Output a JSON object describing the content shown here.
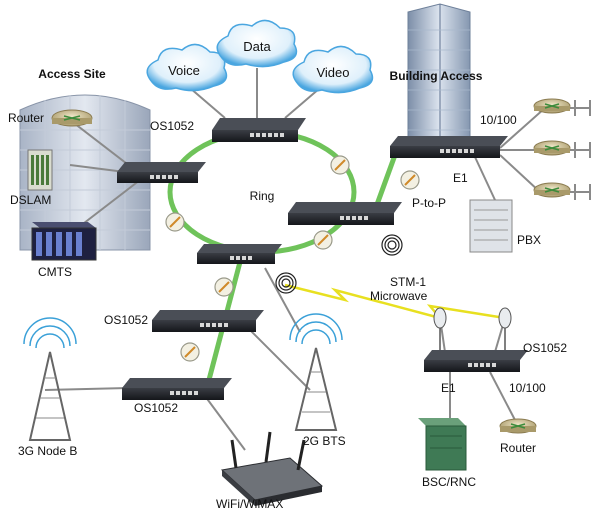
{
  "clouds": {
    "voice": "Voice",
    "data": "Data",
    "video": "Video"
  },
  "sections": {
    "access_site": "Access Site",
    "building_access": "Building Access"
  },
  "labels": {
    "router_top": "Router",
    "dslam": "DSLAM",
    "cmts": "CMTS",
    "os1052_top": "OS1052",
    "ring": "Ring",
    "ten100_top": "10/100",
    "e1_top": "E1",
    "ptop": "P-to-P",
    "pbx": "PBX",
    "stm1": "STM-1",
    "microwave": "Microwave",
    "os1052_mid": "OS1052",
    "os1052_low": "OS1052",
    "os1052_right": "OS1052",
    "e1_right": "E1",
    "ten100_right": "10/100",
    "bsc_rnc": "BSC/RNC",
    "router_right": "Router",
    "node_b": "3G Node B",
    "bts": "2G BTS",
    "wifi": "WiFi/WiMAX"
  },
  "colors": {
    "ring": "#6fc35a",
    "switch": "#1e2024",
    "cloud": "#4aa6e0",
    "link": "#8a8a8a",
    "microwave": "#e8e020"
  }
}
